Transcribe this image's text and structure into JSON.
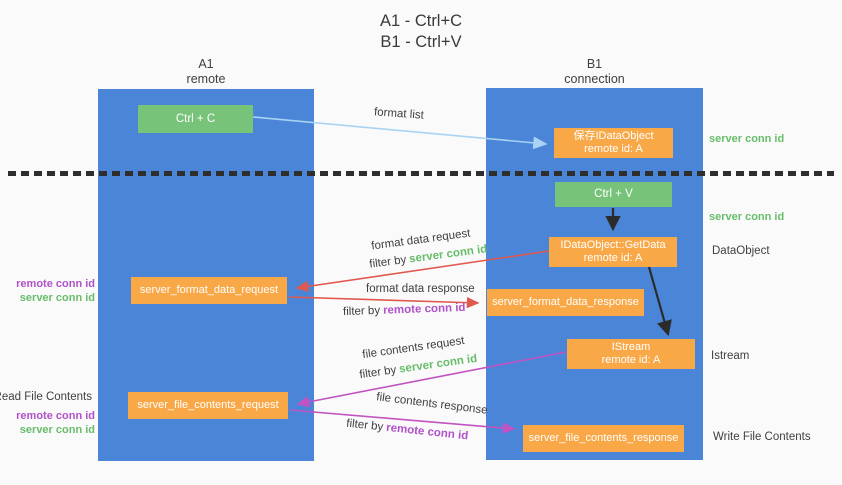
{
  "title": {
    "line1": "A1 - Ctrl+C",
    "line2": "B1 - Ctrl+V"
  },
  "columns": {
    "left": {
      "name": "A1",
      "role": "remote"
    },
    "right": {
      "name": "B1",
      "role": "connection"
    }
  },
  "boxes": {
    "ctrl_c": {
      "label": "Ctrl + C"
    },
    "ctrl_v": {
      "label": "Ctrl + V"
    },
    "save_idataobject": {
      "line1": "保存IDataObject",
      "line2": "remote id: A"
    },
    "getdata": {
      "line1": "IDataObject::GetData",
      "line2": "remote id: A"
    },
    "istream": {
      "line1": "IStream",
      "line2": "remote id: A"
    },
    "server_format_data_request": {
      "label": "server_format_data_request"
    },
    "server_format_data_response": {
      "label": "server_format_data_response"
    },
    "server_file_contents_request": {
      "label": "server_file_contents_request"
    },
    "server_file_contents_response": {
      "label": "server_file_contents_response"
    }
  },
  "arrow_labels": {
    "format_list": "format list",
    "format_data_request": "format data request",
    "format_data_response": "format data response",
    "file_contents_request": "file contents request",
    "file_contents_response": "file contents response",
    "filter_by": "filter by",
    "server_conn_id": "server conn id",
    "remote_conn_id": "remote conn id"
  },
  "left_labels": {
    "remote_conn_id": "remote conn id",
    "server_conn_id": "server conn id",
    "read_file_contents": "Read File Contents",
    "remote_conn_id_2": "remote conn id",
    "server_conn_id_2": "server conn id"
  },
  "right_labels": {
    "server_conn_id_top": "server conn id",
    "server_conn_id_mid": "server conn id",
    "dataobject": "DataObject",
    "istream": "Istream",
    "write_file_contents": "Write File Contents"
  },
  "colors": {
    "column_blue": "#4a85d8",
    "box_green": "#77c379",
    "box_orange": "#f9a848",
    "green_text": "#67bd6a",
    "purple_text": "#b052c9",
    "red_arrow": "#e0584e",
    "magenta_arrow": "#c253c2",
    "light_blue_arrow": "#a9d3f2",
    "dark_text": "#3c3c3c"
  }
}
